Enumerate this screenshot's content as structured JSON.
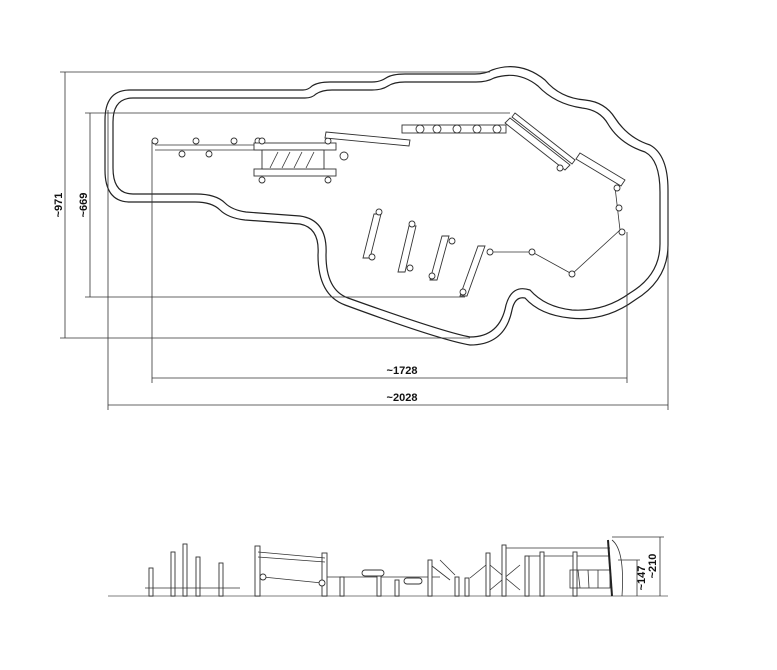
{
  "plan_view": {
    "dimensions": {
      "overall_depth": "~971",
      "inner_depth": "~669",
      "inner_length": "~1728",
      "overall_length": "~2028"
    }
  },
  "elevation_view": {
    "dimensions": {
      "platform_height": "~147",
      "total_height": "~210"
    }
  }
}
